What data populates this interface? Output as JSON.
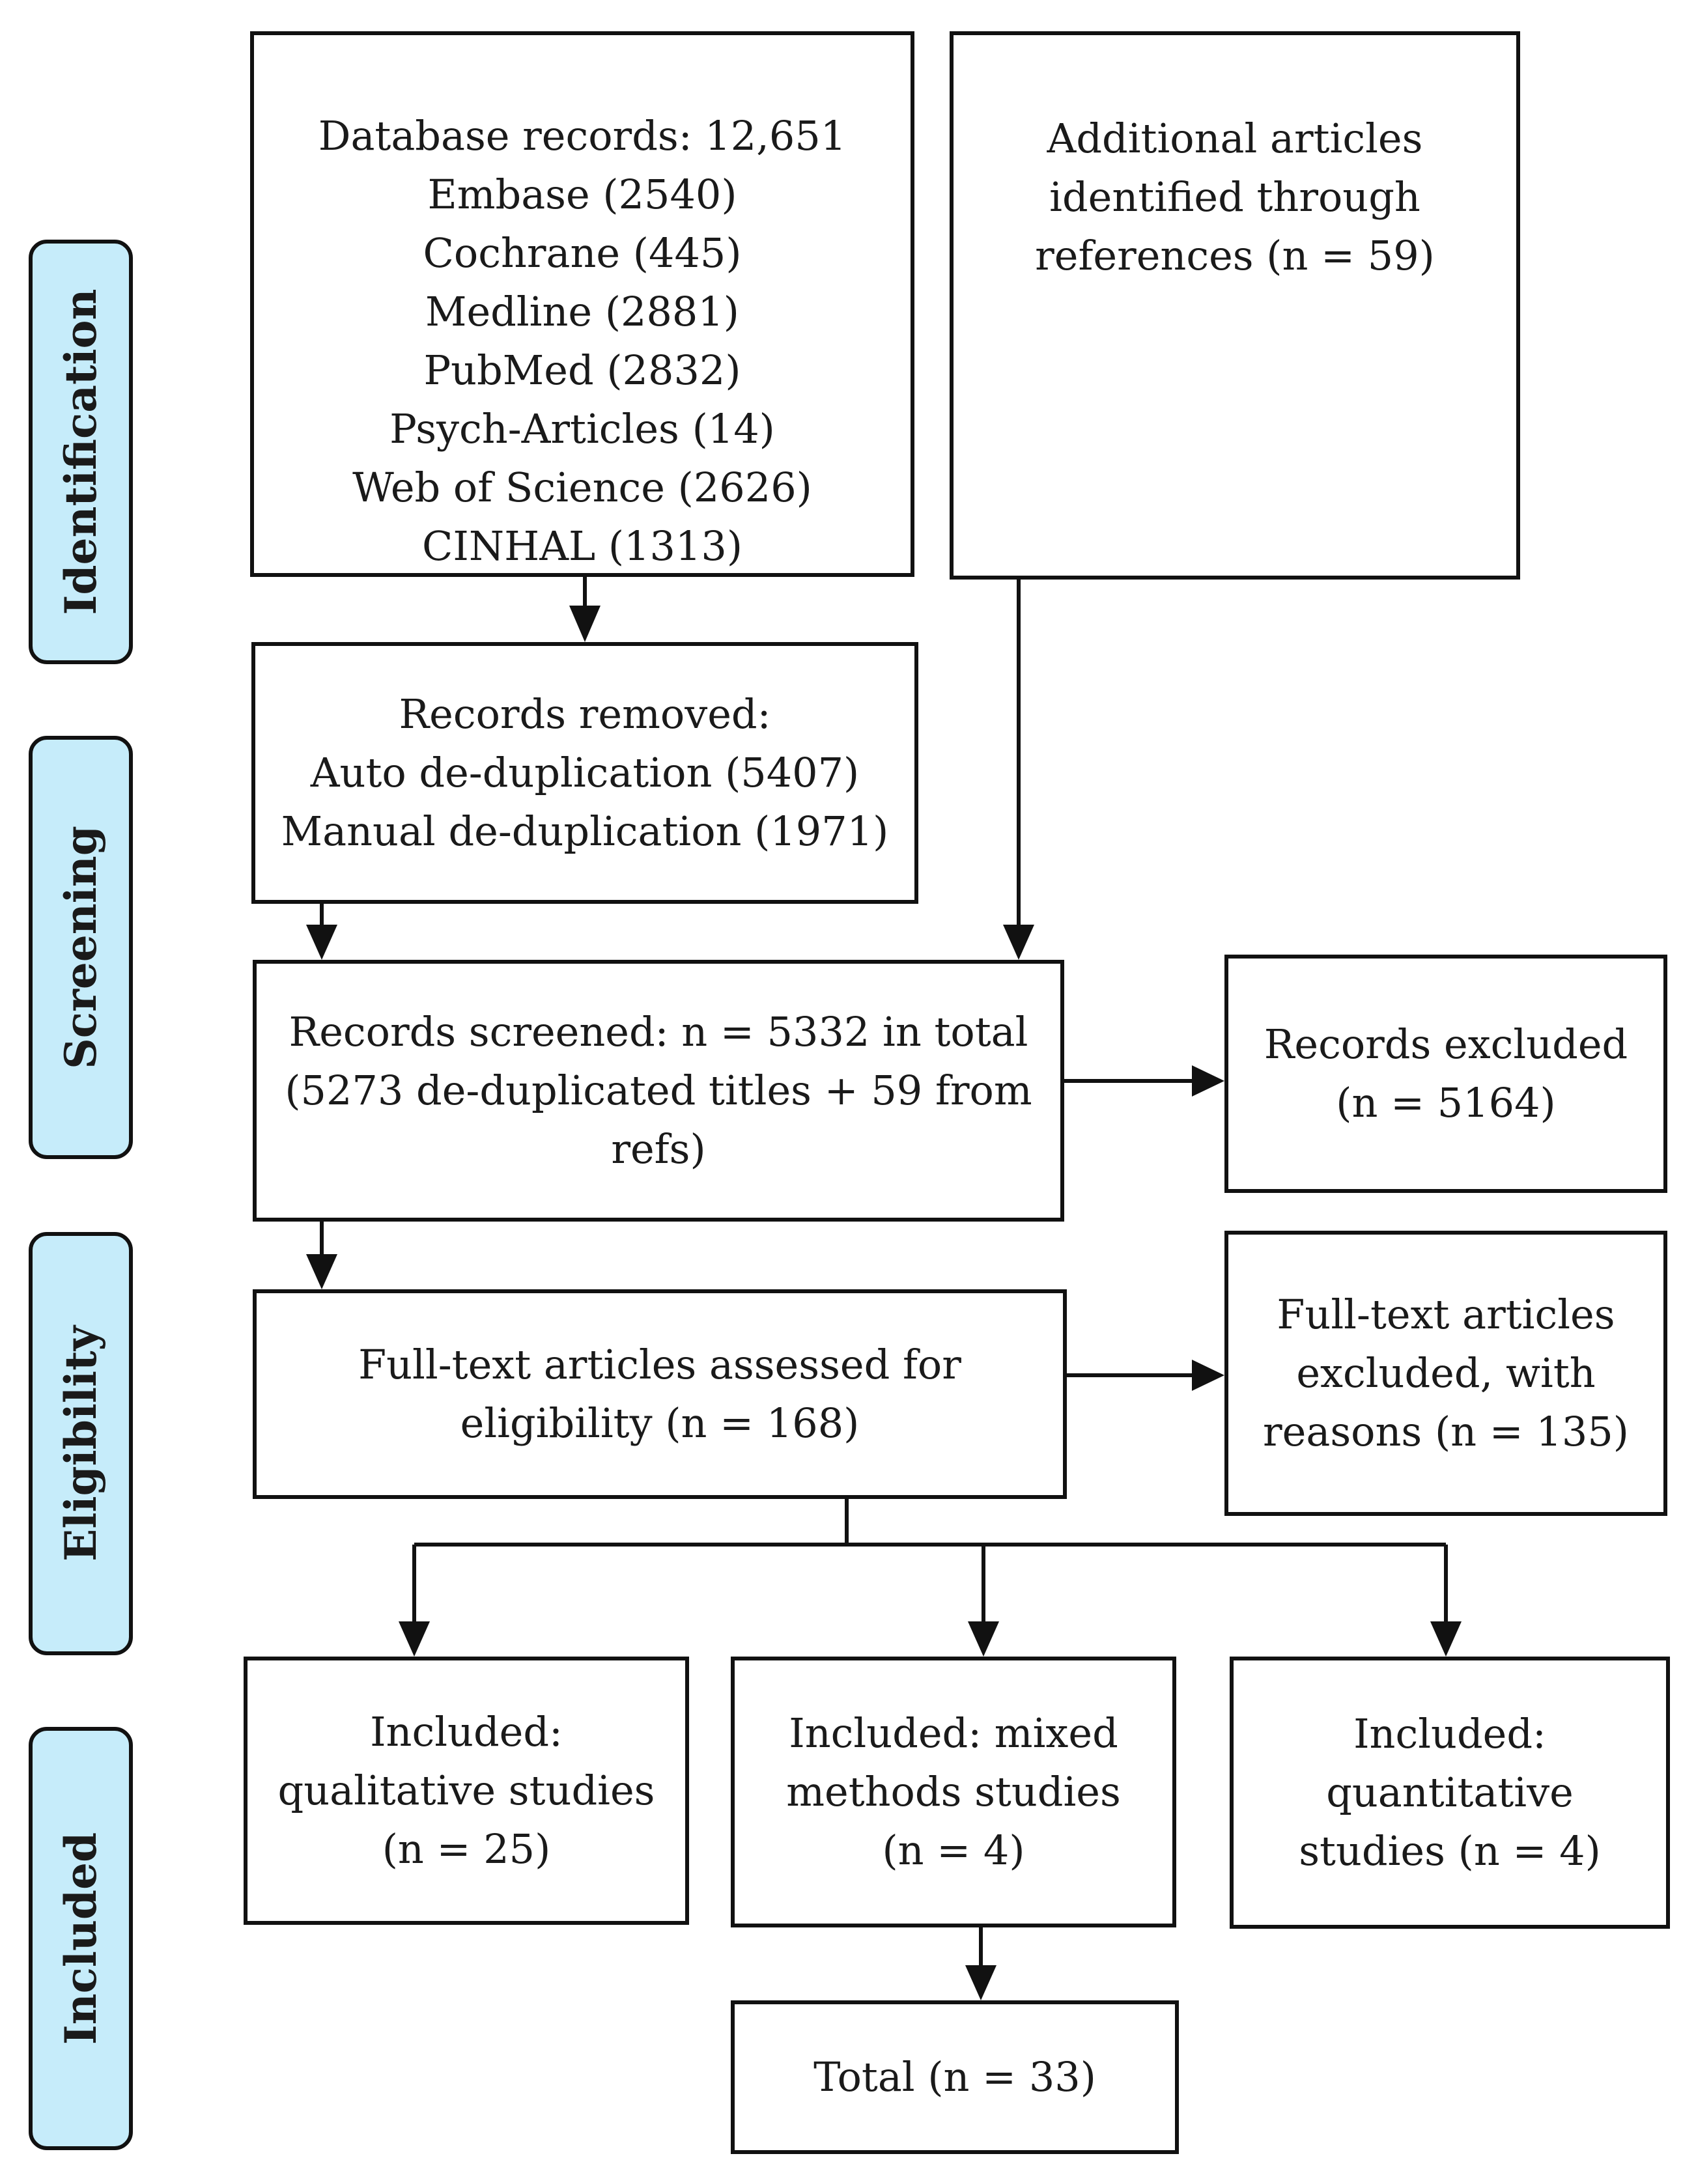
{
  "stages": {
    "identification": "Identification",
    "screening": "Screening",
    "eligibility": "Eligibility",
    "included": "Included"
  },
  "database_records": {
    "lines": [
      "Database records: 12,651",
      "Embase (2540)",
      "Cochrane (445)",
      "Medline (2881)",
      "PubMed (2832)",
      "Psych-Articles (14)",
      "Web of Science (2626)",
      "CINHAL (1313)"
    ]
  },
  "additional_articles": {
    "lines": [
      "Additional articles",
      "identified through",
      "references (n = 59)"
    ]
  },
  "records_removed": {
    "lines": [
      "Records removed:",
      "Auto de-duplication (5407)",
      "Manual de-duplication (1971)"
    ]
  },
  "records_screened": {
    "lines": [
      "Records screened: n = 5332 in total",
      "(5273 de-duplicated titles + 59 from",
      "refs)"
    ]
  },
  "records_excluded": {
    "lines": [
      "Records excluded",
      "(n = 5164)"
    ]
  },
  "fulltext_assessed": {
    "lines": [
      "Full-text articles assessed for",
      "eligibility (n = 168)"
    ]
  },
  "fulltext_excluded": {
    "lines": [
      "Full-text articles",
      "excluded, with",
      "reasons (n = 135)"
    ]
  },
  "included_qualitative": {
    "lines": [
      "Included:",
      "qualitative studies",
      "(n = 25)"
    ]
  },
  "included_mixed": {
    "lines": [
      "Included: mixed",
      "methods studies",
      "(n = 4)"
    ]
  },
  "included_quantitative": {
    "lines": [
      "Included:",
      "quantitative",
      "studies (n = 4)"
    ]
  },
  "total": {
    "lines": [
      "Total (n = 33)"
    ]
  }
}
